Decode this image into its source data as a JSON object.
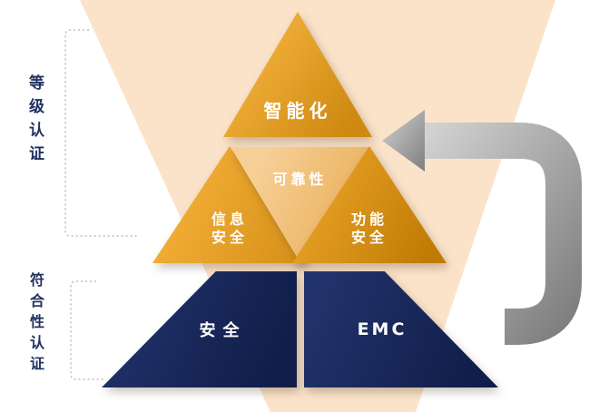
{
  "diagram_title": "certification-pyramid",
  "side_labels": {
    "top": "等级认证",
    "bottom": "符合性认证"
  },
  "pyramid": {
    "top": {
      "label": "智能化"
    },
    "mid_left": {
      "label": "信息\n安全"
    },
    "mid_center": {
      "label": "可靠性"
    },
    "mid_right": {
      "label": "功能\n安全"
    },
    "bottom_left": {
      "label": "安全"
    },
    "bottom_right": {
      "label": "EMC"
    }
  },
  "colors": {
    "orange_main": "#e8a226",
    "orange_light": "#f6cf97",
    "navy": "#17254f",
    "peach_background": "#fbe3c9",
    "arrow_gray": "#9a9a9a",
    "bracket_gray": "#bdbdbd",
    "label_navy": "#21315f"
  },
  "icons": {
    "curved_arrow": "arrow pointing left toward pyramid"
  }
}
